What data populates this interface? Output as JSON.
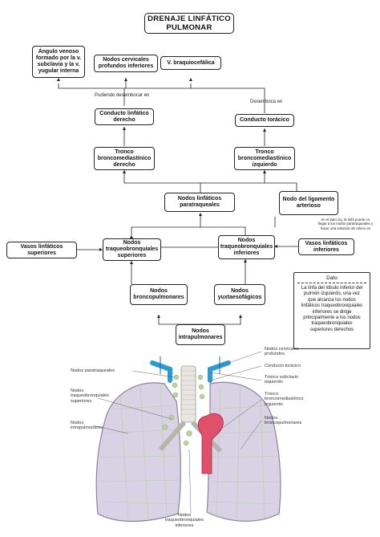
{
  "title": "DRENAJE LINFÁTICO\nPULMONAR",
  "top_row": {
    "angulo": "Ángulo venoso\nformado por la v.\nsubclavia y la v.\nyugular interna",
    "cervicales": "Nodos cervicales\nprofundos inferiores",
    "braquiocefalica": "V. braquiocefálica"
  },
  "labels": {
    "pudiendo": "Pudiendo desembocar en",
    "desemboca": "Desemboca en"
  },
  "conducto_derecho": "Conducto linfático\nderecho",
  "conducto_toracico": "Conducto torácico",
  "tronco_derecho": "Tronco\nbroncomediastínico\nderecho",
  "tronco_izquierdo": "Tronco\nbroncomediastínico\nizquierdo",
  "paratraqueales": "Nodos linfáticos\nparatraqueales",
  "ligamento": "Nodo del ligamento\narterioso",
  "lado_izq_note": "en el lado izq. la linfa puede no\nllegar a los nodos paratraqueales y\nhacer una estación de relevo en",
  "vasos_superiores": "Vasos linfáticos\nsuperiores",
  "traqueo_superiores": "Nodos\ntraqueobronquiales\nsuperiores",
  "traqueo_inferiores": "Nodos\ntraqueobronquiales\ninferiores",
  "vasos_inferiores": "Vasos linfáticos\ninferiores",
  "broncopulmonares": "Nodos\nbroncopulmonares",
  "yuxtaesofagicos": "Nodos\nyuxtaesofágicos",
  "intrapulmonares": "Nodos\nintrapulmonares",
  "dato": {
    "title": "Dato",
    "body": "La linfa del lóbulo inferior del\npulmón izquierdo, una vez\nque alcanza los nodos\nlinfáticos traqueobronquiales\ninferiores se dirige\nprincipalmente a los nodos\ntraqueobronquiales\nsuperiores derechos"
  },
  "anatomy_labels": {
    "paratraqueales": "Nodos paratraqueales",
    "traqueo_superiores": "Nodos\ntraqueobronquiales\nsuperiores",
    "intrapulmonares": "Nodos\nintrapulmonares",
    "cervicales": "Nodos cervicales\nprofundos",
    "conducto_toracico": "Conducto torácico",
    "tronco_subclavio": "Tronco subclavio\nizquierdo",
    "tronco_bronco": "Tronco\nbroncomediastínico\nizquierdo",
    "broncopulmonares": "Nodos\nbroncopulmonares",
    "traqueo_inferiores": "Nodos\ntraqueobronquiales\ninferiores"
  },
  "colors": {
    "lung": "#d8d2e4",
    "vein": "#2a9bd6",
    "artery": "#e0506a",
    "lymph": "#b8d49a"
  }
}
